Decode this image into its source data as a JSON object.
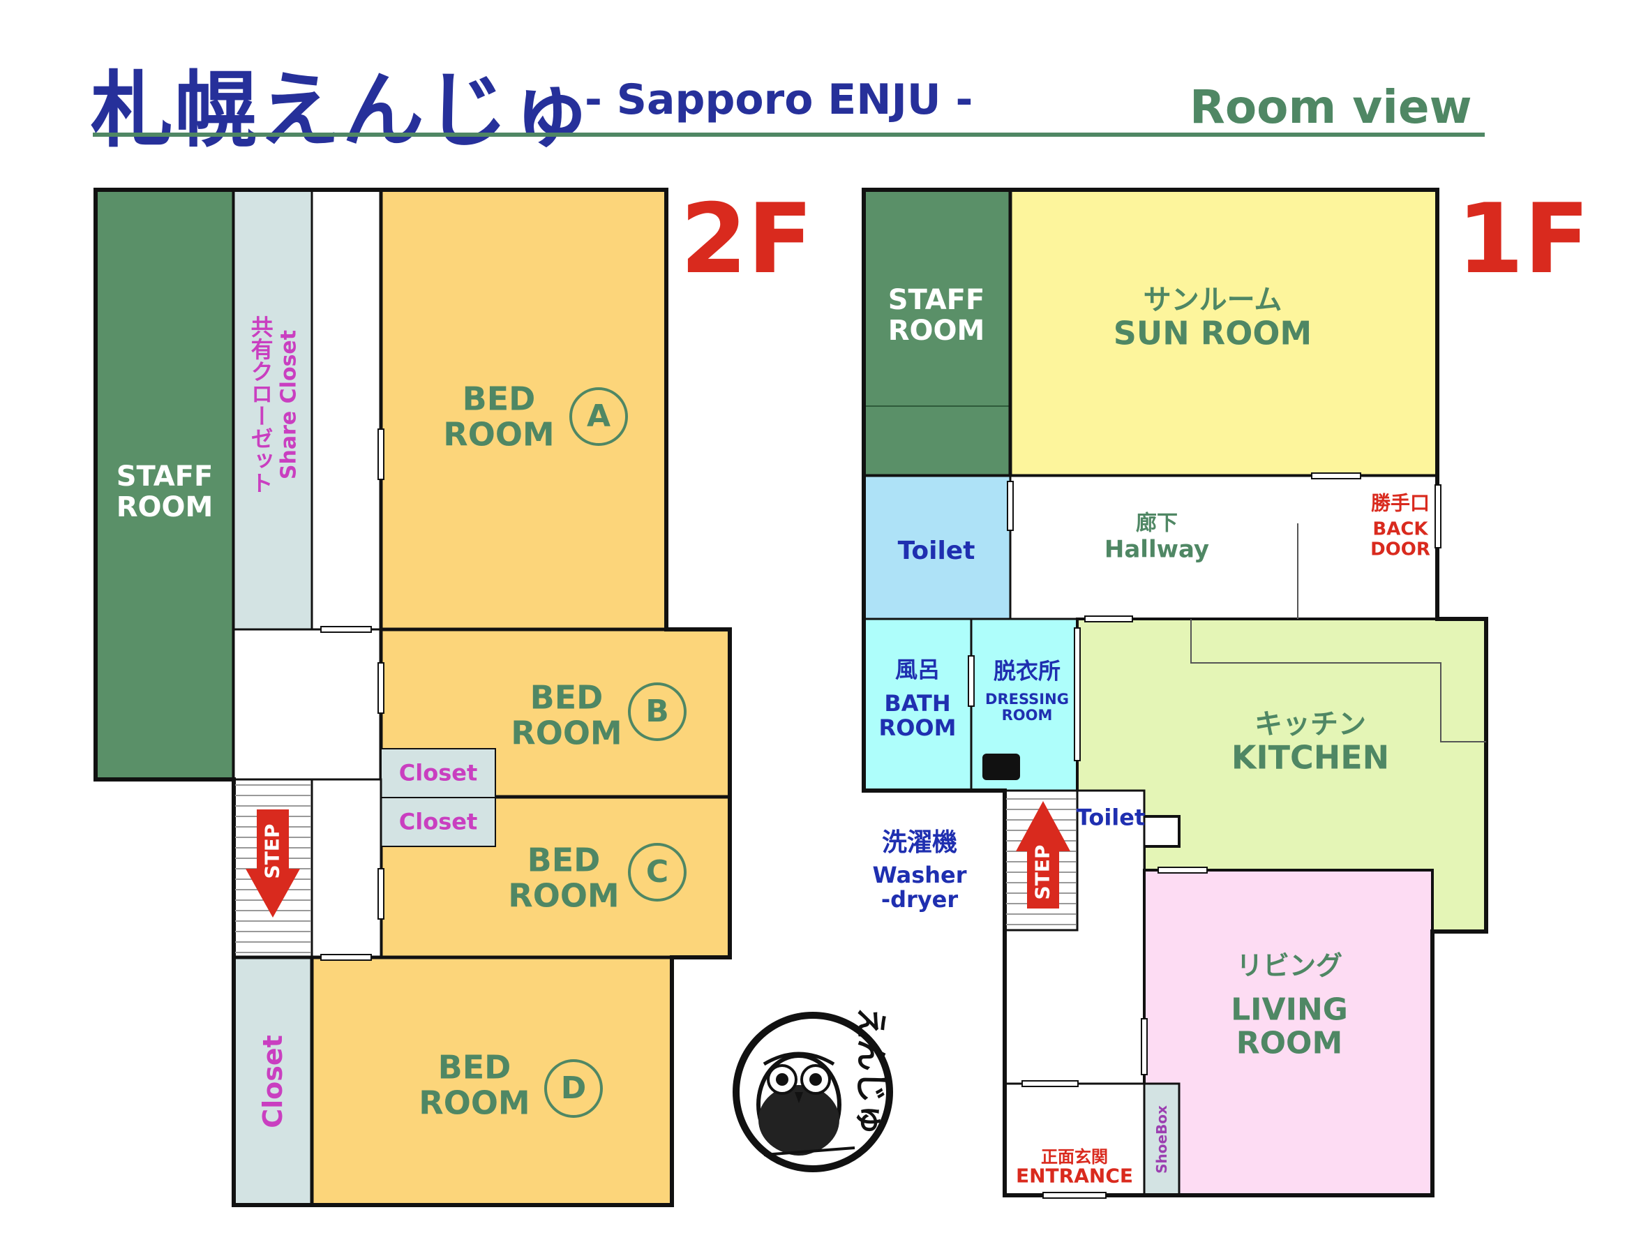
{
  "header": {
    "title_jp": "札幌えんじゅ",
    "title_en": "- Sapporo ENJU -",
    "view_label": "Room view"
  },
  "floors": {
    "second": {
      "label": "2F",
      "staff_room": "STAFF\nROOM",
      "share_closet_jp": "共有クローゼット",
      "share_closet_en": "Share Closet",
      "bed_a": {
        "name": "BED\nROOM",
        "letter": "A"
      },
      "bed_b": {
        "name": "BED\nROOM",
        "letter": "B"
      },
      "bed_c": {
        "name": "BED\nROOM",
        "letter": "C"
      },
      "bed_d": {
        "name": "BED\nROOM",
        "letter": "D"
      },
      "closet_1": "Closet",
      "closet_2": "Closet",
      "closet_3": "Closet",
      "step": "STEP"
    },
    "first": {
      "label": "1F",
      "staff_room": "STAFF\nROOM",
      "sun_room_jp": "サンルーム",
      "sun_room_en": "SUN ROOM",
      "hallway_jp": "廊下",
      "hallway_en": "Hallway",
      "back_door_jp": "勝手口",
      "back_door_en": "BACK\nDOOR",
      "toilet_1": "Toilet",
      "toilet_2": "Toilet",
      "bath_jp": "風呂",
      "bath_en": "BATH\nROOM",
      "dressing_jp": "脱衣所",
      "dressing_en": "DRESSING\nROOM",
      "kitchen_jp": "キッチン",
      "kitchen_en": "KITCHEN",
      "washer_jp": "洗濯機",
      "washer_en": "Washer\n-dryer",
      "living_jp": "リビング",
      "living_en": "LIVING\nROOM",
      "entrance_jp": "正面玄関",
      "entrance_en": "ENTRANCE",
      "shoebox": "ShoeBox",
      "step": "STEP"
    }
  },
  "logo": {
    "text": "えんじゅ",
    "icon": "owl-logo-icon"
  },
  "colors": {
    "staff": "#5a9068",
    "bed": "#fcd57a",
    "closet": "#d3e3e3",
    "sun": "#fdf59c",
    "toilet": "#aee2f7",
    "bath": "#aefefb",
    "kitchen": "#e4f5b6",
    "living": "#fddcf3",
    "title_blue": "#26309a",
    "accent_red": "#d92a1e",
    "accent_green": "#4f8764",
    "closet_text": "#c93fc0"
  }
}
